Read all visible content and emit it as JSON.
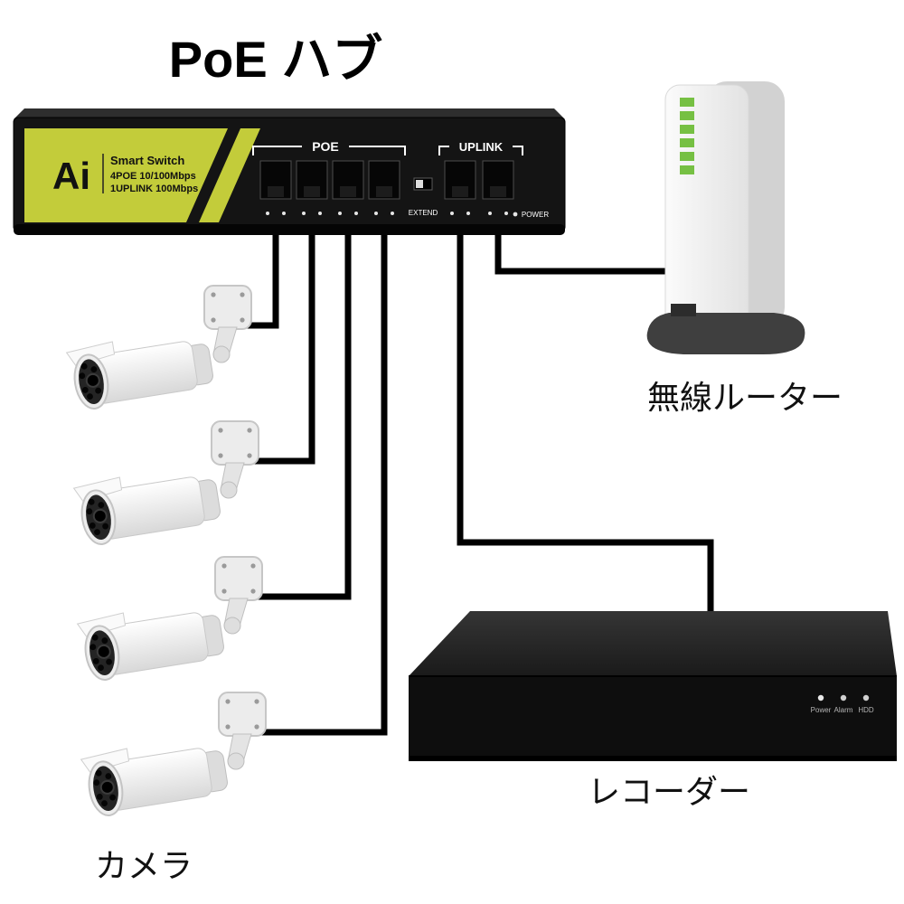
{
  "title": "PoE ハブ",
  "poe_switch": {
    "logo": "Ai",
    "name": "Smart Switch",
    "spec_line1": "4POE 10/100Mbps",
    "spec_line2": "1UPLINK 100Mbps",
    "poe_group_label": "POE",
    "uplink_group_label": "UPLINK",
    "extend_label": "EXTEND",
    "power_label": "POWER",
    "poe_port_count": 4,
    "uplink_port_count": 2,
    "faceplate_color": "#c3cc3a",
    "chassis_color": "#141414"
  },
  "router": {
    "label": "無線ルーター",
    "led_count": 6,
    "led_color": "#76c043"
  },
  "recorder": {
    "label": "レコーダー",
    "led_labels": [
      "Power",
      "Alarm",
      "HDD"
    ]
  },
  "cameras": {
    "label": "カメラ",
    "count": 4
  },
  "cables": {
    "color": "#000000"
  }
}
